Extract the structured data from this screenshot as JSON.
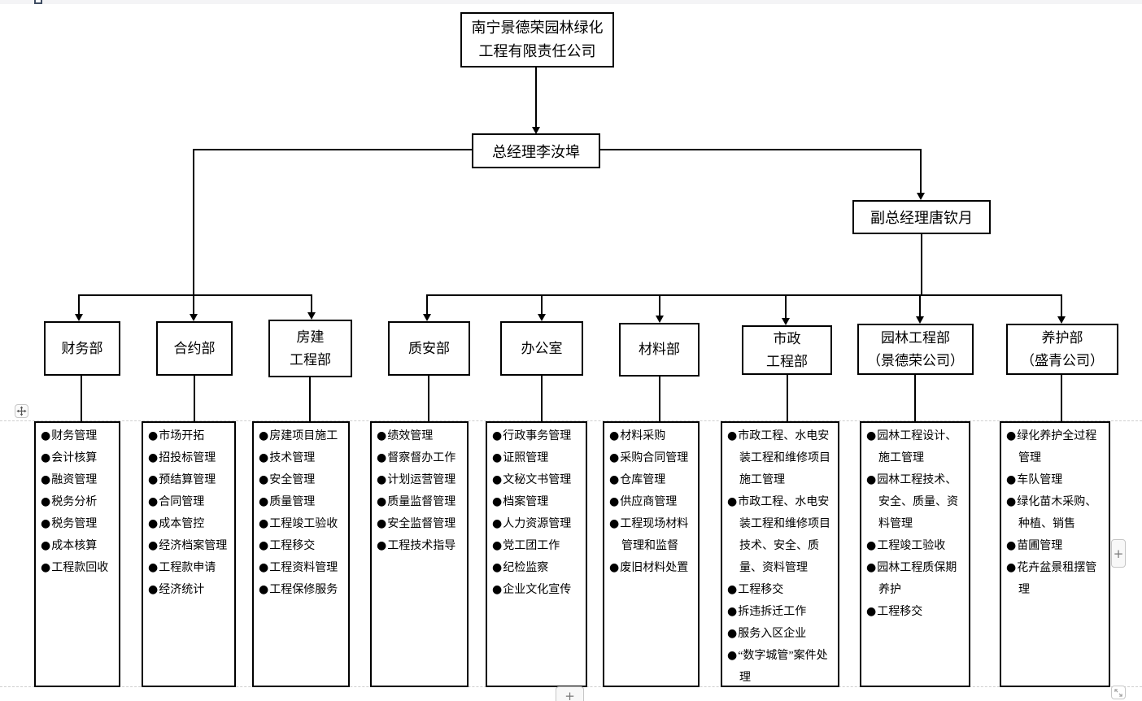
{
  "diagram": {
    "company": "南宁景德荣园林绿化\n工程有限责任公司",
    "general_manager": "总经理李汝埠",
    "deputy_general_manager": "副总经理唐钦月",
    "bullet_glyph": "●",
    "departments": [
      {
        "name": "财务部",
        "duties": [
          "财务管理",
          "会计核算",
          "融资管理",
          "税务分析",
          "税务管理",
          "成本核算",
          "工程款回收"
        ]
      },
      {
        "name": "合约部",
        "duties": [
          "市场开拓",
          "招投标管理",
          "预结算管理",
          "合同管理",
          "成本管控",
          "经济档案管理",
          "工程款申请",
          "经济统计"
        ]
      },
      {
        "name": "房建\n工程部",
        "duties": [
          "房建项目施工",
          "技术管理",
          "安全管理",
          "质量管理",
          "工程竣工验收",
          "工程移交",
          "工程资料管理",
          "工程保修服务"
        ]
      },
      {
        "name": "质安部",
        "duties": [
          "绩效管理",
          "督察督办工作",
          "计划运营管理",
          "质量监督管理",
          "安全监督管理",
          "工程技术指导"
        ]
      },
      {
        "name": "办公室",
        "duties": [
          "行政事务管理",
          "证照管理",
          "文秘文书管理",
          "档案管理",
          "人力资源管理",
          "党工团工作",
          "纪检监察",
          "企业文化宣传"
        ]
      },
      {
        "name": "材料部",
        "duties": [
          "材料采购",
          "采购合同管理",
          "仓库管理",
          "供应商管理",
          "工程现场材料管理和监督",
          "废旧材料处置"
        ]
      },
      {
        "name": "市政\n工程部",
        "duties": [
          "市政工程、水电安装工程和维修项目施工管理",
          "市政工程、水电安装工程和维修项目技术、安全、质量、资料管理",
          "工程移交",
          "拆违拆迁工作",
          "服务入区企业",
          "“数字城管”案件处理"
        ]
      },
      {
        "name": "园林工程部\n（景德荣公司）",
        "duties": [
          "园林工程设计、施工管理",
          "园林工程技术、安全、质量、资料管理",
          "工程竣工验收",
          "园林工程质保期养护",
          "工程移交"
        ]
      },
      {
        "name": "养护部\n（盛青公司）",
        "duties": [
          "绿化养护全过程管理",
          "车队管理",
          "绿化苗木采购、种植、销售",
          "苗圃管理",
          "花卉盆景租摆管理"
        ]
      }
    ]
  },
  "editor": {
    "add_button_label": "+",
    "icons": {
      "move_handle": "cross-arrows",
      "resize_handle": "diagonal-arrows",
      "selection_handle": "square"
    }
  }
}
